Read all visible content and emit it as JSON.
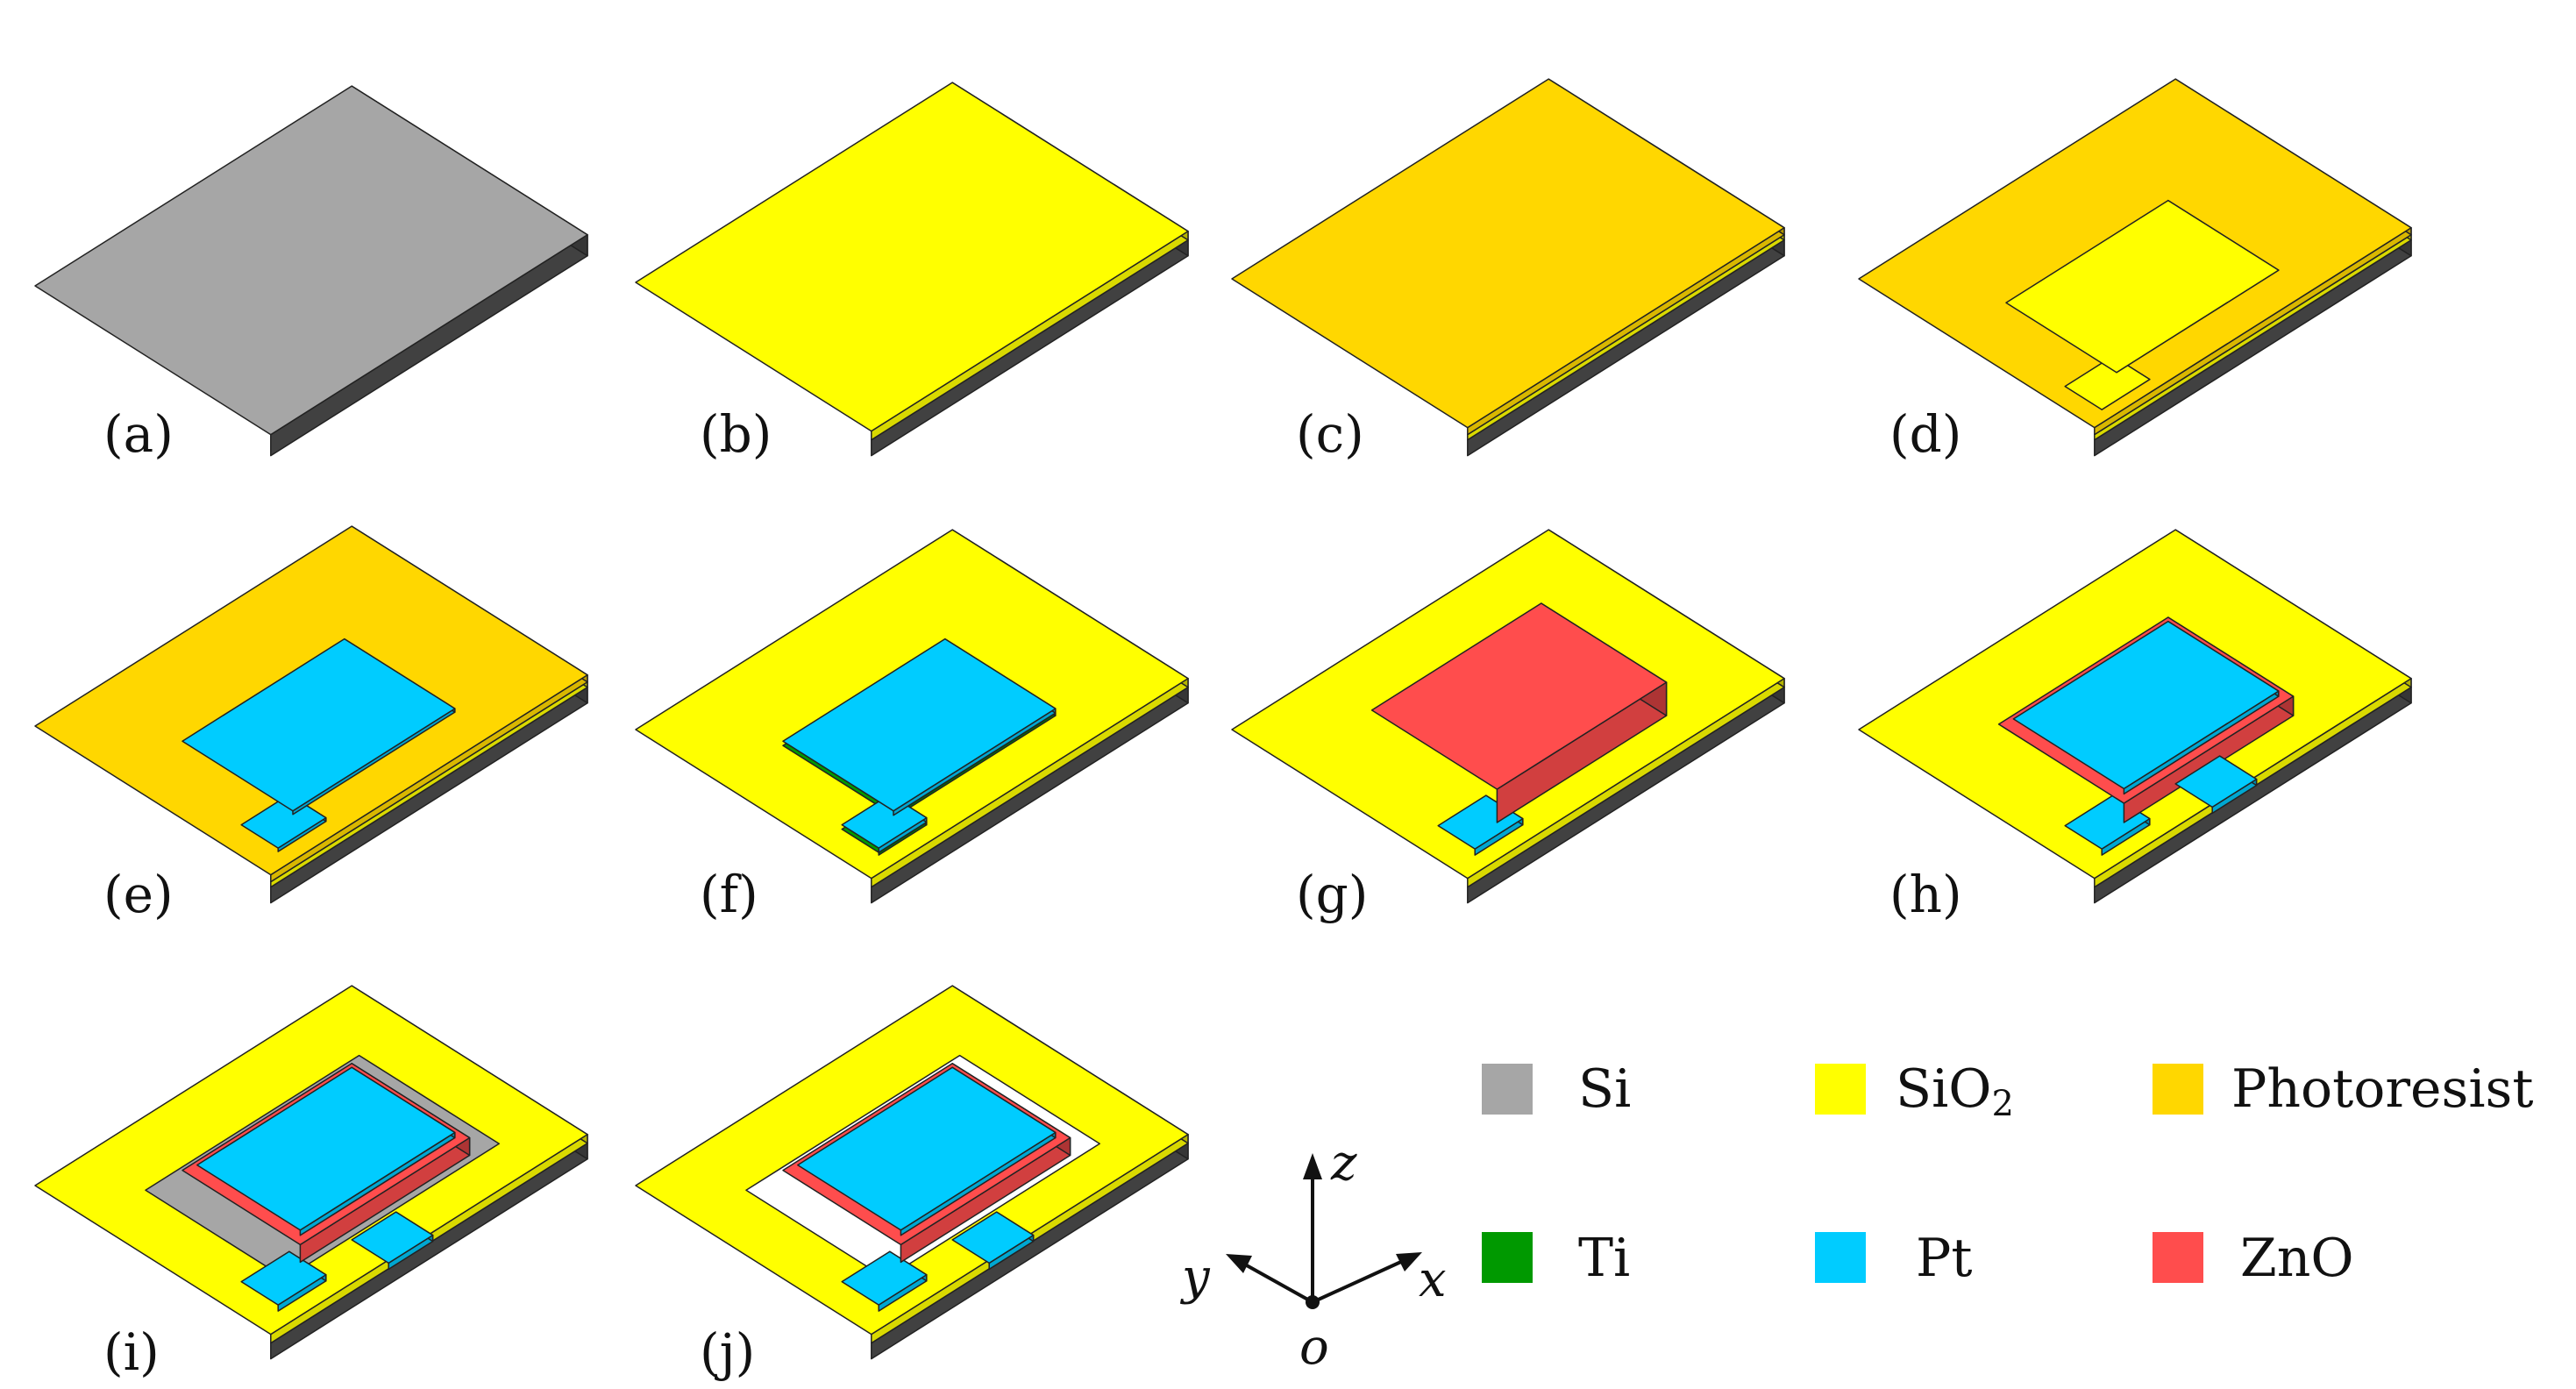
{
  "panels": [
    {
      "label": "(a)"
    },
    {
      "label": "(b)"
    },
    {
      "label": "(c)"
    },
    {
      "label": "(d)"
    },
    {
      "label": "(e)"
    },
    {
      "label": "(f)"
    },
    {
      "label": "(g)"
    },
    {
      "label": "(h)"
    },
    {
      "label": "(i)"
    },
    {
      "label": "(j)"
    }
  ],
  "legend": [
    {
      "label": "Si",
      "color": "#a6a6a6"
    },
    {
      "label": "SiO",
      "sub": "2",
      "color": "#ffff00"
    },
    {
      "label": "Photoresist",
      "color": "#ffd700"
    },
    {
      "label": "Ti",
      "color": "#009900"
    },
    {
      "label": "Pt",
      "color": "#00ccff"
    },
    {
      "label": "ZnO",
      "color": "#ff4d4d"
    }
  ],
  "axes": {
    "z": "z",
    "y": "y",
    "x": "x",
    "origin": "o"
  }
}
